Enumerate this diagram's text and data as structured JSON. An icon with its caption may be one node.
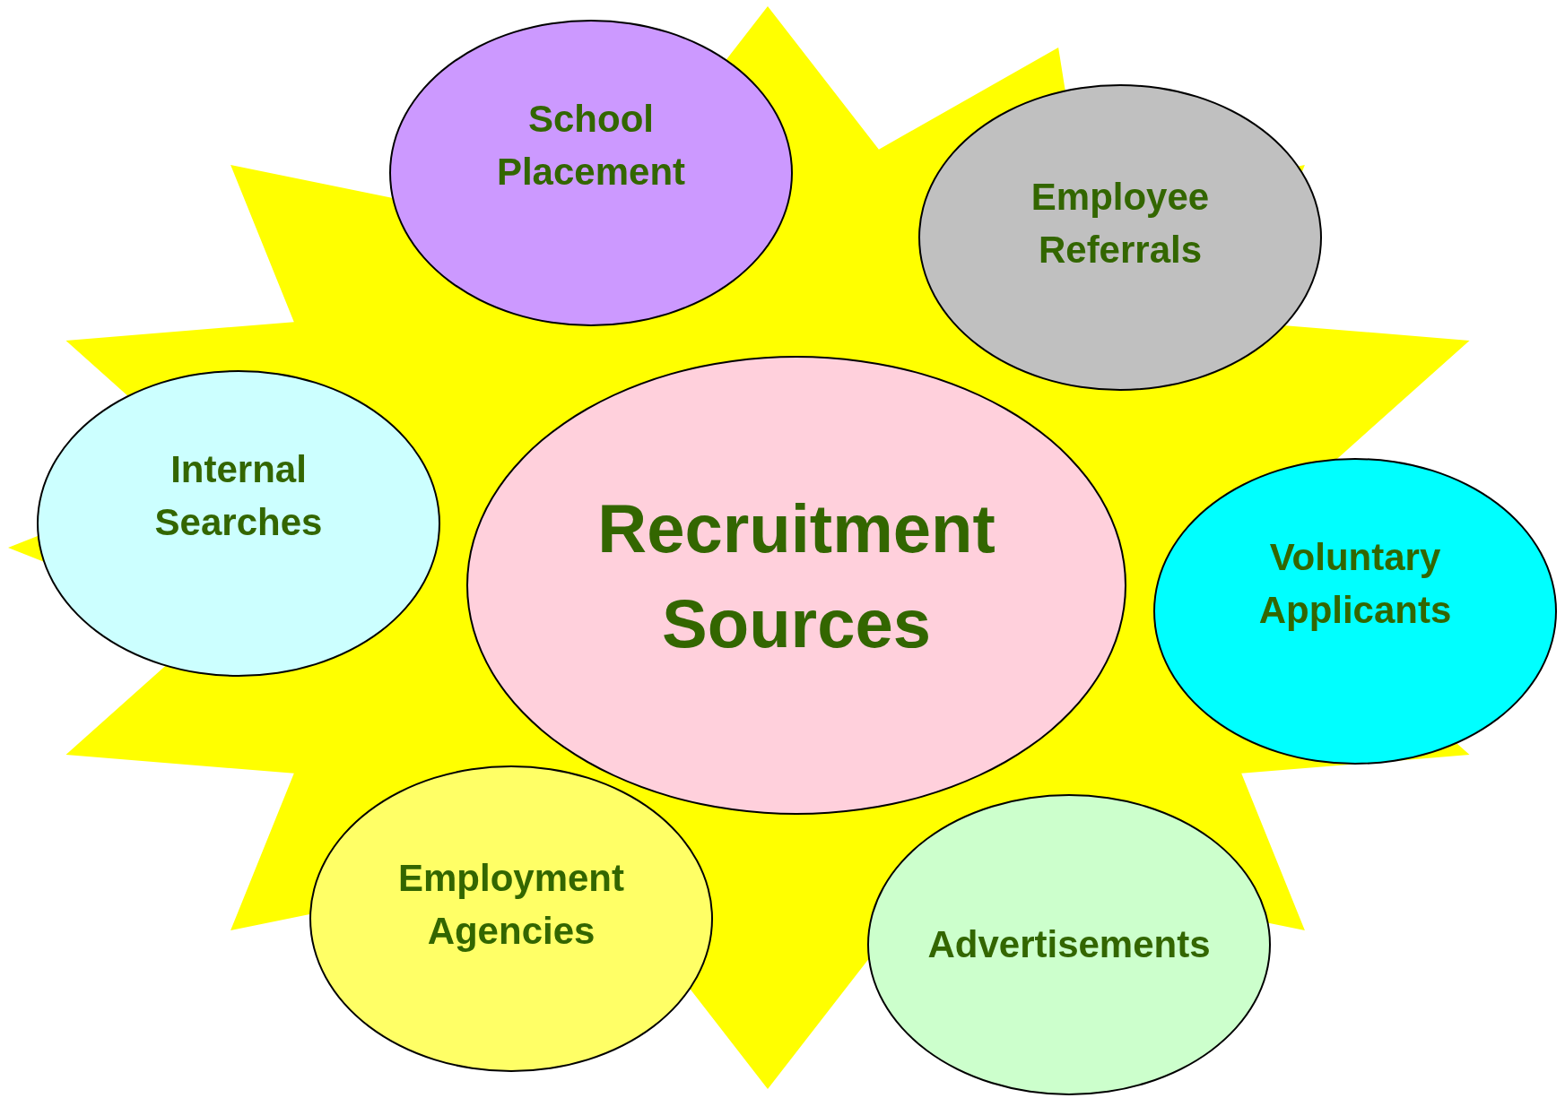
{
  "diagram": {
    "nodes": [
      {
        "text": [
          "School Placement"
        ]
      },
      {
        "text": [
          "Employee Referrals"
        ]
      },
      {
        "text": [
          "Internal Searches"
        ]
      },
      {
        "text": [
          "Recruitment Sources"
        ]
      },
      {
        "text": [
          "Voluntary Applicants"
        ]
      },
      {
        "text": [
          "Employment Agencies"
        ]
      },
      {
        "text": [
          "Advertisements"
        ]
      }
    ]
  }
}
